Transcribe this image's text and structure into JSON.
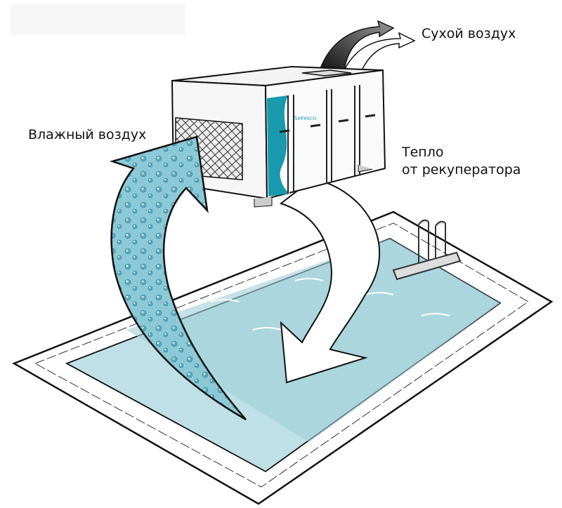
{
  "labels": {
    "dry_air": "Сухой воздух",
    "humid_air": "Влажный воздух",
    "heat_line1": "Тепло",
    "heat_line2": "от рекуператора"
  },
  "unit": {
    "brand": "Seresco"
  },
  "colors": {
    "water": "#bfe0e6",
    "accent": "#1a9aae",
    "humid_arrow": "#7fc3d2",
    "dark_arrow": "#3a3a3a"
  }
}
